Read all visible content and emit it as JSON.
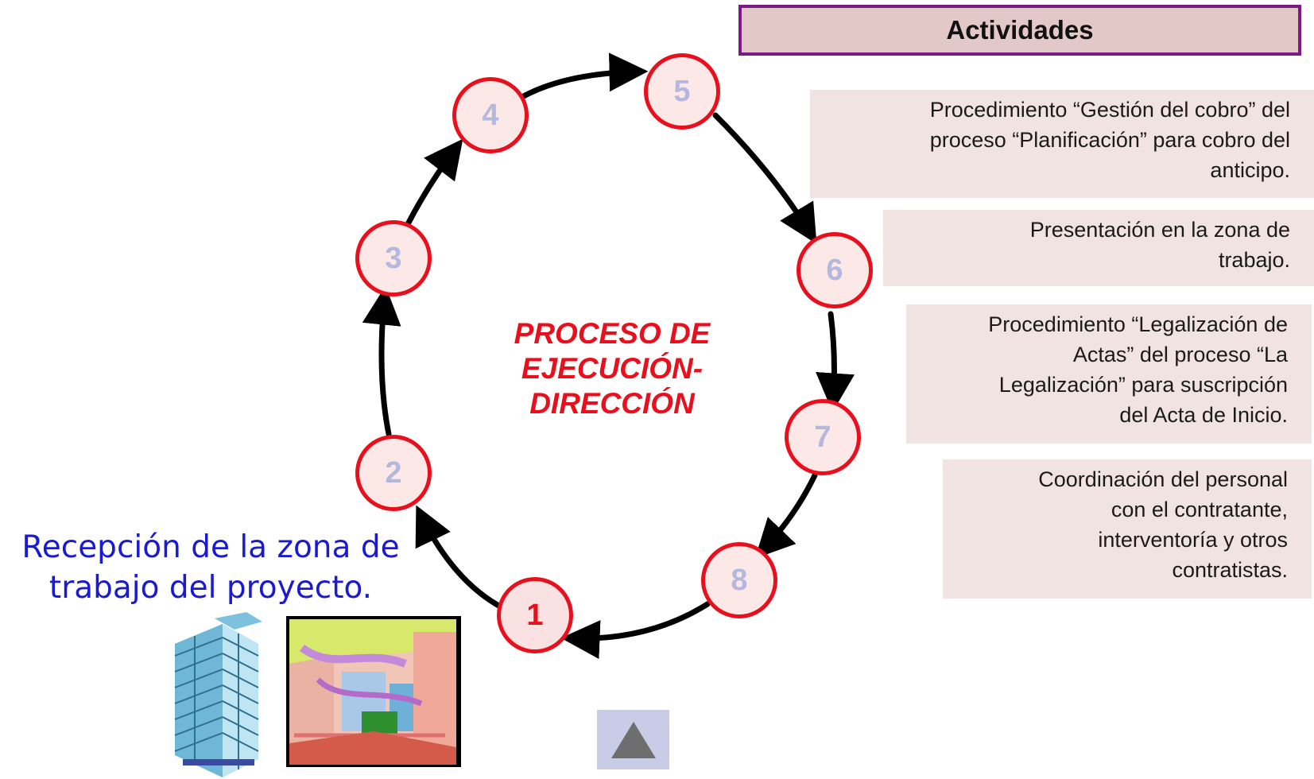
{
  "diagram": {
    "center_title": [
      "PROCESO DE",
      "EJECUCIÓN-",
      "DIRECCIÓN"
    ],
    "steps": [
      "1",
      "2",
      "3",
      "4",
      "5",
      "6",
      "7",
      "8"
    ],
    "active_step": "1",
    "accent_color": "#e8101c",
    "inactive_number_color": "#b3b8dc"
  },
  "activities": {
    "header": "Actividades",
    "items": [
      [
        "Procedimiento “Gestión del cobro”  del",
        "proceso “Planificación” para cobro del",
        "anticipo."
      ],
      [
        "Presentación en la zona de",
        "trabajo."
      ],
      [
        "Procedimiento “Legalización de",
        "Actas” del proceso “La",
        "Legalización” para suscripción",
        "del Acta de Inicio."
      ],
      [
        "Coordinación del personal",
        "con el contratante,",
        "interventoría y otros",
        "contratistas."
      ]
    ]
  },
  "reception": {
    "lines": [
      "Recepción de la zona de",
      "trabajo del proyecto."
    ]
  },
  "navigation": {
    "up_icon": "triangle-up-icon"
  }
}
